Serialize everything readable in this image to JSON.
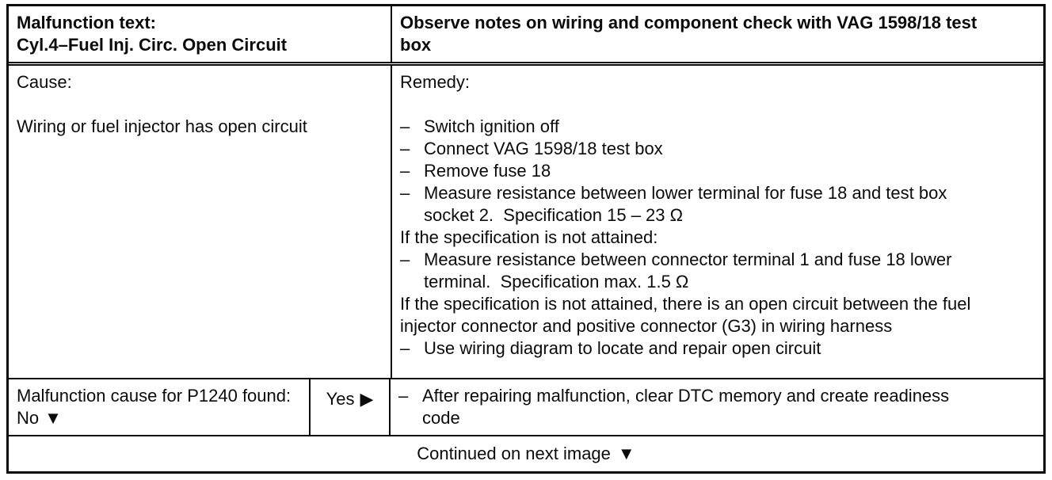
{
  "doc": {
    "header": {
      "malfunction_label": "Malfunction text:",
      "malfunction_value": "Cyl.4–Fuel Inj. Circ. Open Circuit",
      "note": "Observe notes on wiring and component check with VAG 1598/18 test box"
    },
    "cause": {
      "label": "Cause:",
      "text": "Wiring or fuel injector has open circuit"
    },
    "remedy": {
      "label": "Remedy:",
      "items": [
        {
          "marker": "–",
          "text": "Switch ignition off"
        },
        {
          "marker": "–",
          "text": "Connect VAG 1598/18 test box"
        },
        {
          "marker": "–",
          "text": "Remove fuse 18"
        },
        {
          "marker": "–",
          "text": "Measure resistance between lower terminal for fuse 18 and test box socket 2.  Specification 15 – 23 Ω"
        },
        {
          "marker": "",
          "text": "If the specification is not attained:"
        },
        {
          "marker": "–",
          "text": "Measure resistance between connector terminal 1 and fuse 18 lower terminal.  Specification max. 1.5 Ω"
        },
        {
          "marker": "",
          "text": "If the specification is not attained, there is an open circuit between the fuel injector connector and positive connector (G3) in wiring harness"
        },
        {
          "marker": "–",
          "text": "Use wiring diagram to locate and repair open circuit"
        }
      ]
    },
    "decision": {
      "question": "Malfunction cause for P1240 found: No",
      "no_arrow": "▼",
      "yes_label": "Yes",
      "yes_arrow": "▶",
      "action_marker": "–",
      "action_text": "After repairing malfunction, clear DTC memory and create readi­ness code"
    },
    "footer": {
      "text": "Continued on next image",
      "arrow": "▼"
    },
    "colors": {
      "ink": "#0b0b0b",
      "paper": "#ffffff"
    }
  }
}
